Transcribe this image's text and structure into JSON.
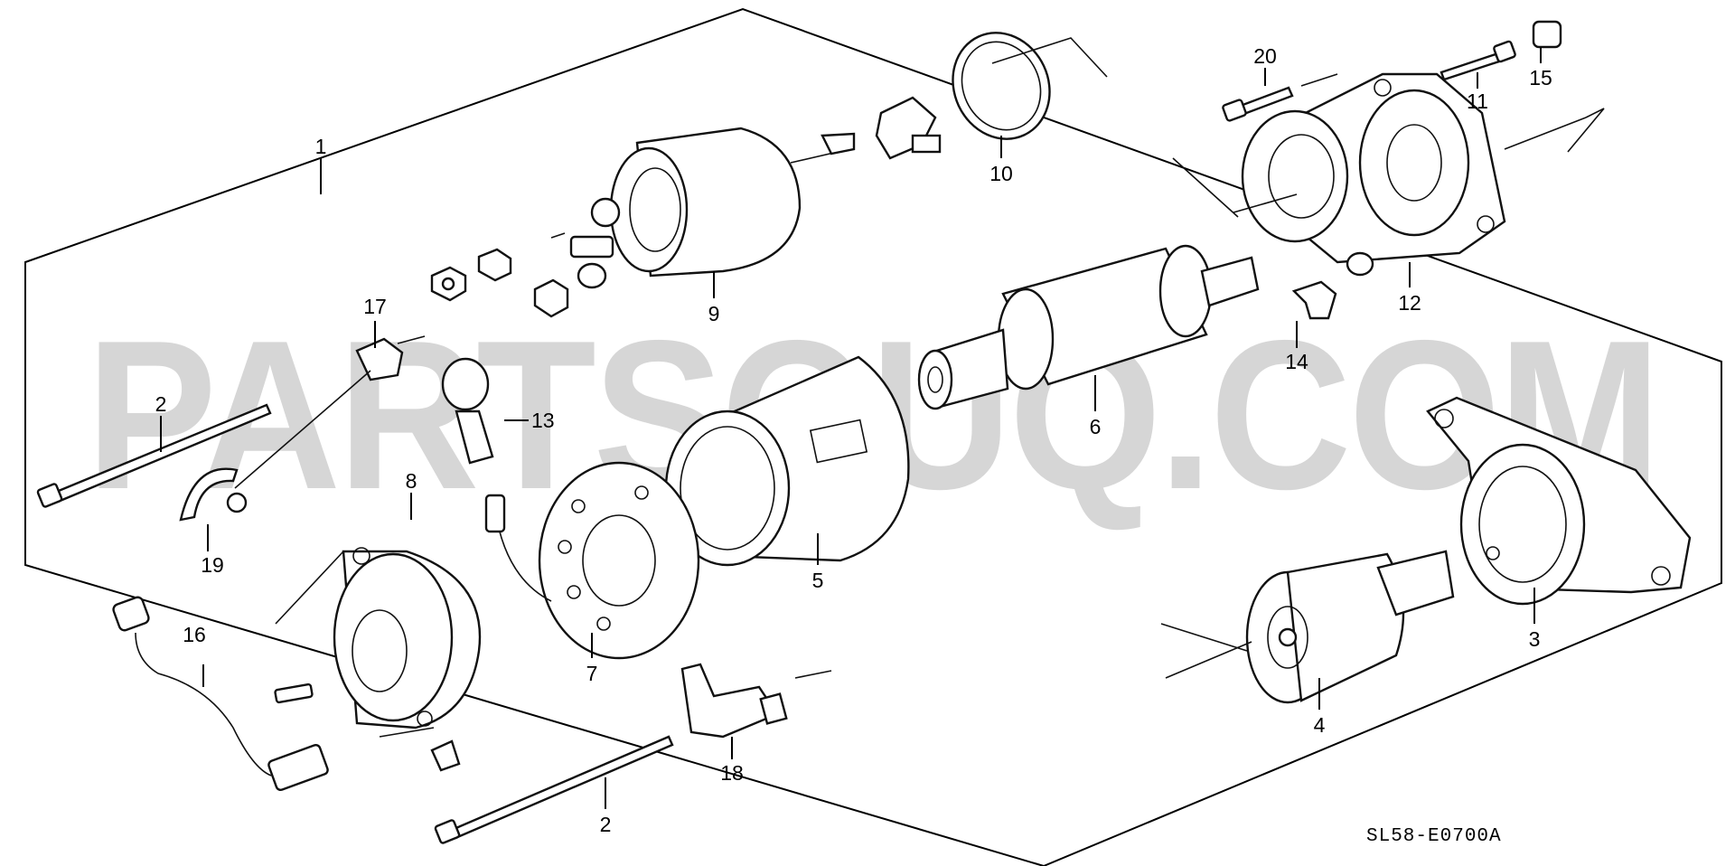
{
  "watermark": "PARTSOUQ.COM",
  "diagram_code": "SL58-E0700A",
  "callouts": [
    "1",
    "2",
    "2",
    "3",
    "4",
    "5",
    "6",
    "7",
    "8",
    "9",
    "10",
    "11",
    "12",
    "13",
    "14",
    "15",
    "16",
    "17",
    "18",
    "19",
    "20"
  ]
}
